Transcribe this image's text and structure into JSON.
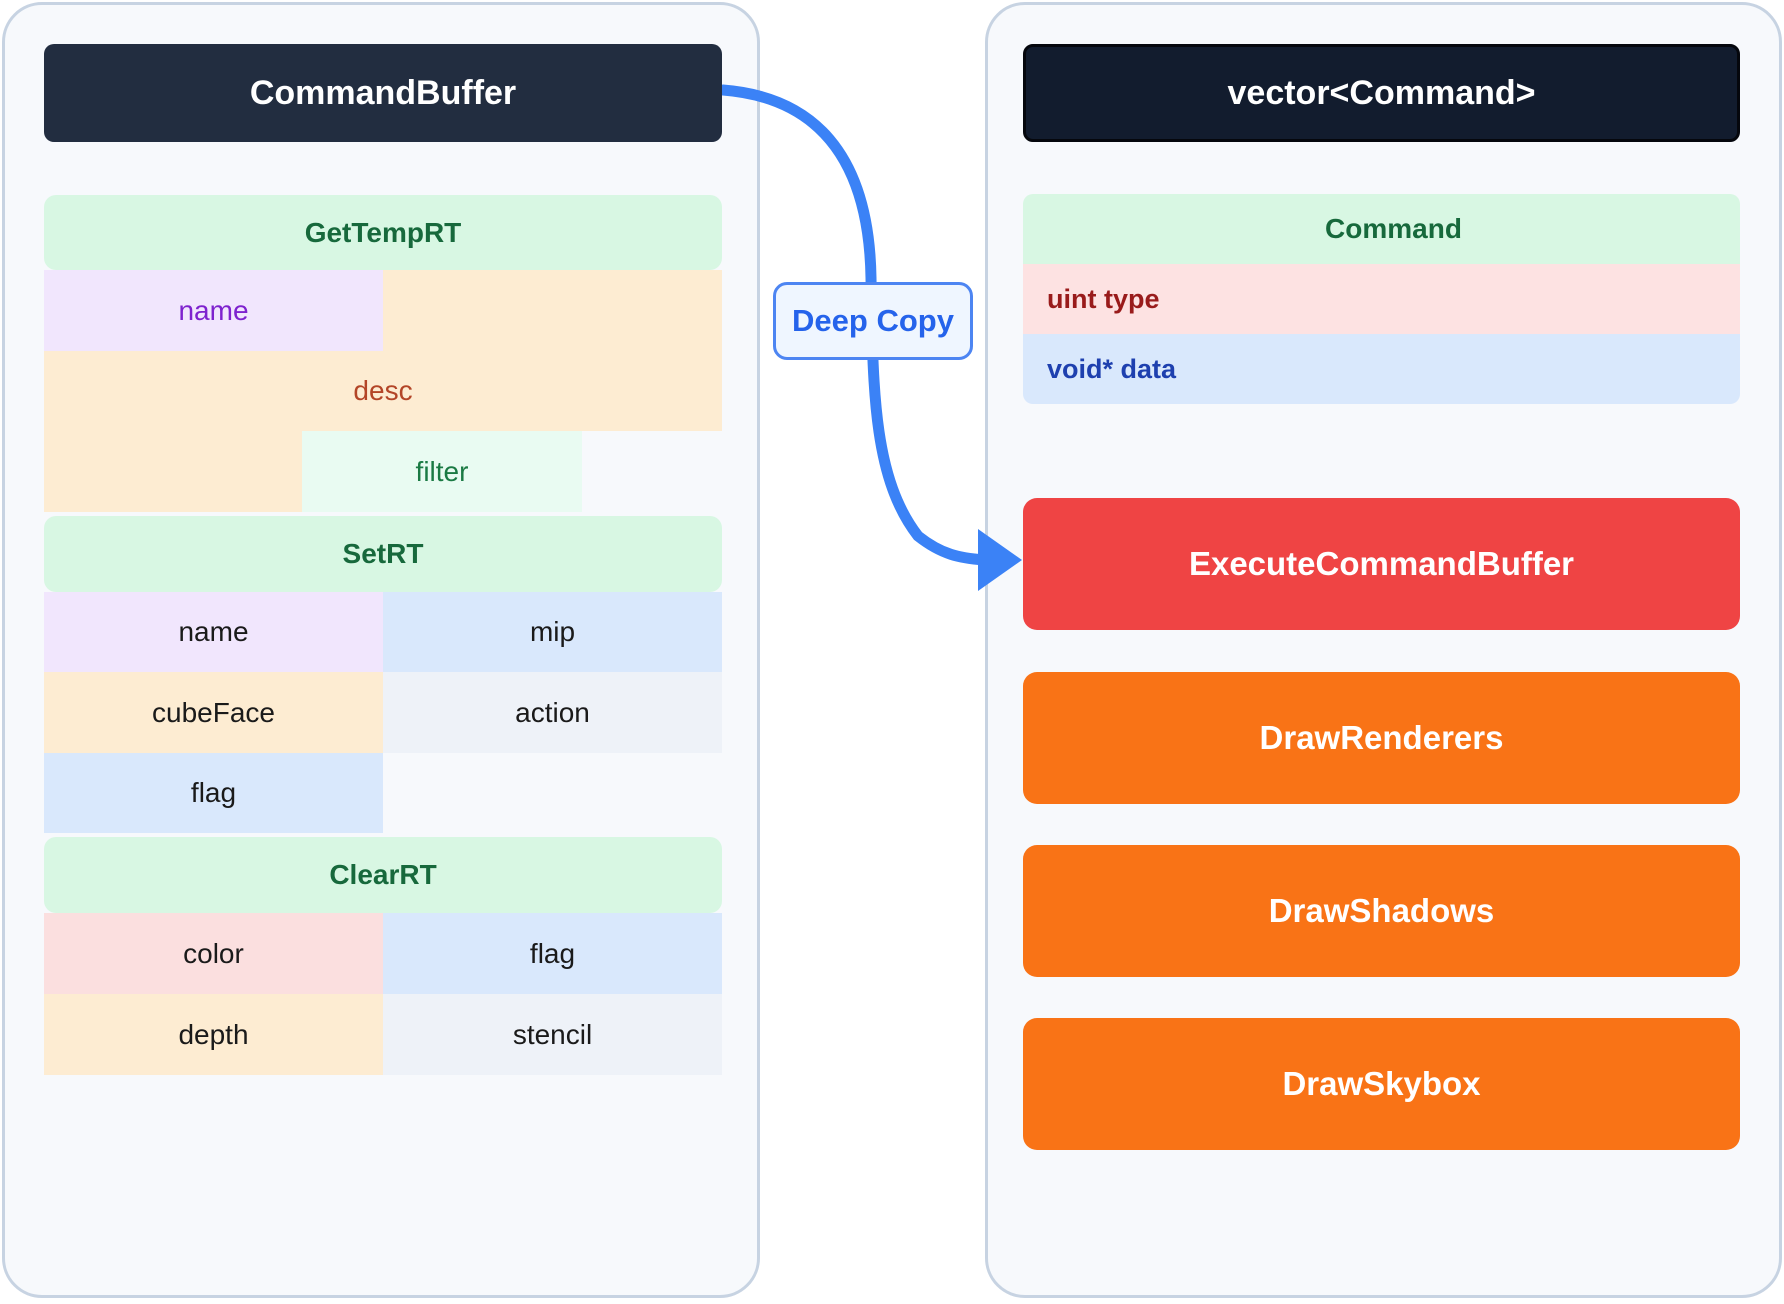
{
  "left_panel": {
    "title": "CommandBuffer",
    "sections": [
      {
        "title": "GetTempRT",
        "fields": [
          {
            "label": "name"
          },
          {
            "label": "desc"
          },
          {
            "label": "filter"
          }
        ]
      },
      {
        "title": "SetRT",
        "fields": [
          {
            "label": "name"
          },
          {
            "label": "mip"
          },
          {
            "label": "cubeFace"
          },
          {
            "label": "action"
          },
          {
            "label": "flag"
          }
        ]
      },
      {
        "title": "ClearRT",
        "fields": [
          {
            "label": "color"
          },
          {
            "label": "flag"
          },
          {
            "label": "depth"
          },
          {
            "label": "stencil"
          }
        ]
      }
    ]
  },
  "connector": {
    "label": "Deep Copy"
  },
  "right_panel": {
    "title": "vector<Command>",
    "struct": {
      "title": "Command",
      "fields": [
        {
          "label": "uint type"
        },
        {
          "label": "void* data"
        }
      ]
    },
    "operations": [
      {
        "label": "ExecuteCommandBuffer"
      },
      {
        "label": "DrawRenderers"
      },
      {
        "label": "DrawShadows"
      },
      {
        "label": "DrawSkybox"
      }
    ]
  },
  "colors": {
    "arrow_blue": "#3b82f6",
    "connector_label_text": "#2563eb",
    "execute_red": "#ef4444",
    "draw_orange": "#f97316",
    "section_green_bg": "#d8f7e3",
    "section_green_text": "#17693c",
    "name_purple_text": "#7e22ce",
    "desc_rust_text": "#b34527",
    "lavender_bg": "#f1e6fd",
    "orange_bg": "#fdecd2",
    "mint_bg": "#e9fbf2",
    "blue_bg": "#d9e8fc",
    "gray_bg": "#eef2f8",
    "pink_bg": "#fbdfdf",
    "uint_pink_bg": "#fde2e2",
    "uint_red_text": "#991b1b",
    "void_blue_text": "#1e40af",
    "left_header_bg": "#222d40",
    "right_header_bg": "#121c2e",
    "panel_bg": "#f7f9fc",
    "panel_border": "#c7d3e2"
  }
}
